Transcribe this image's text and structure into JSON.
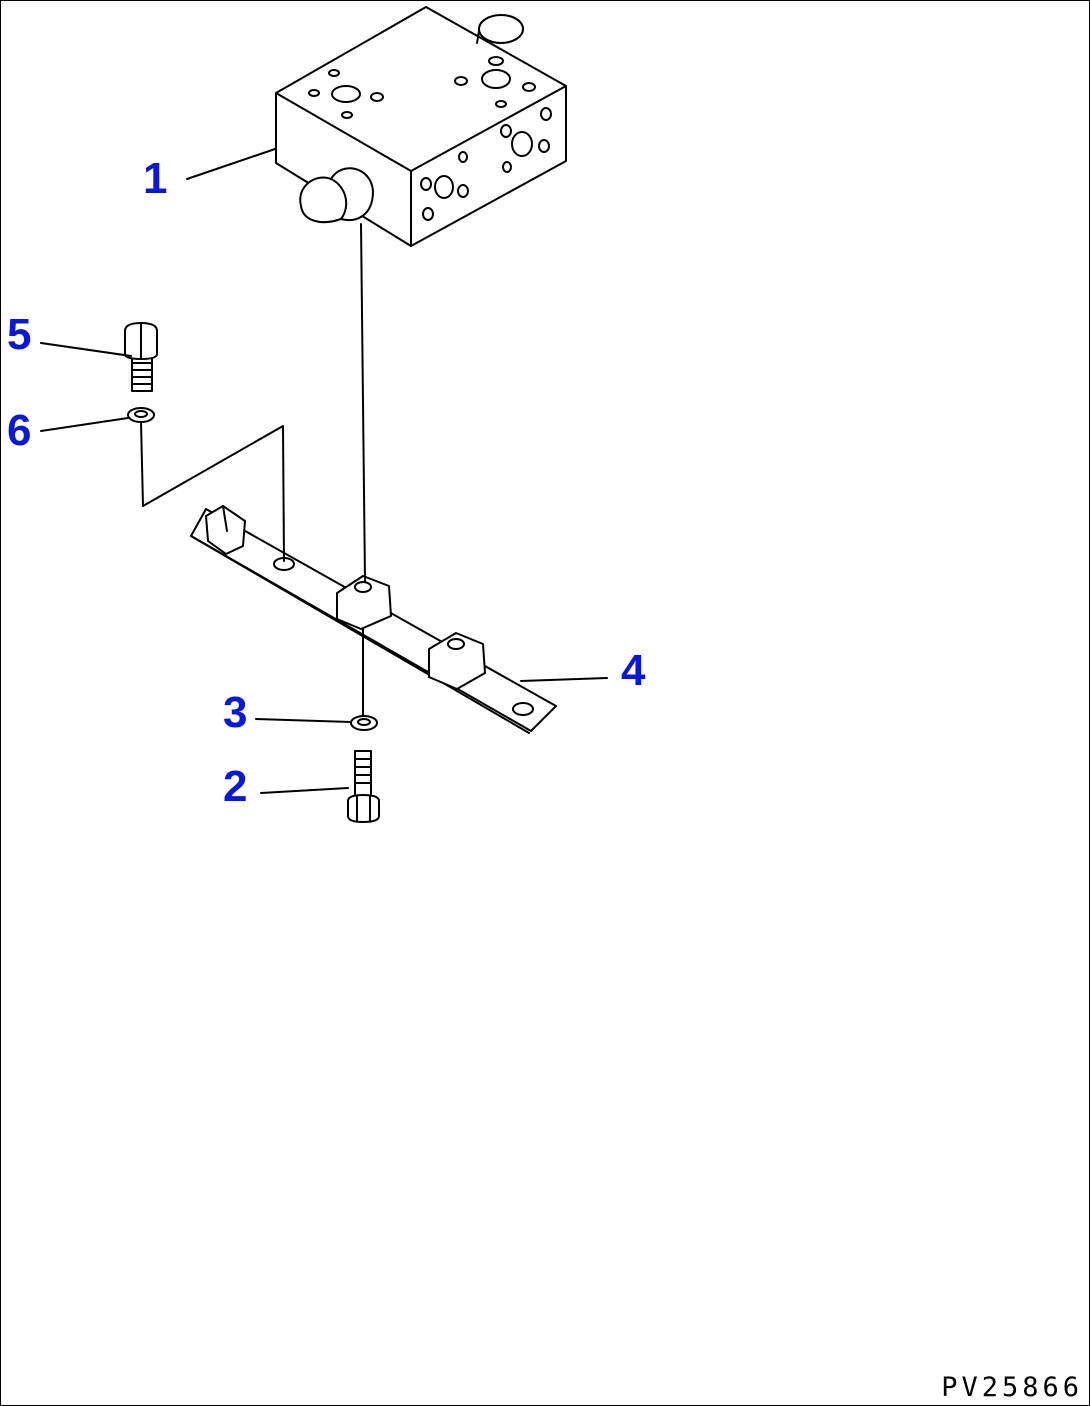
{
  "callouts": [
    "1",
    "2",
    "3",
    "4",
    "5",
    "6"
  ],
  "reference_code": "PV25866",
  "colors": {
    "callout": "#0b18d6",
    "line": "#000000",
    "background": "#ffffff"
  }
}
